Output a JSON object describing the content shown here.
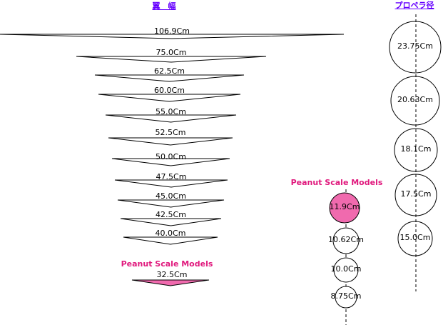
{
  "headers": {
    "wingspan": "翼　幅",
    "propeller": "プロペラ径"
  },
  "wings": [
    "106.9Cm",
    "75.0Cm",
    "62.5Cm",
    "60.0Cm",
    "55.0Cm",
    "52.5Cm",
    "50.0Cm",
    "47.5Cm",
    "45.0Cm",
    "42.5Cm",
    "40.0Cm"
  ],
  "peanut_wing": {
    "title": "Peanut Scale Models",
    "value": "32.5Cm"
  },
  "propellers": [
    "23.75Cm",
    "20.63Cm",
    "18.1Cm",
    "17.5Cm",
    "15.0Cm"
  ],
  "peanut_props": {
    "title": "Peanut Scale Models",
    "values": [
      "11.9Cm",
      "10.62Cm",
      "10.0Cm",
      "8.75Cm"
    ]
  },
  "colors": {
    "header": "#6600ff",
    "pink_text": "#e0197d",
    "pink_fill": "#f06aae"
  }
}
